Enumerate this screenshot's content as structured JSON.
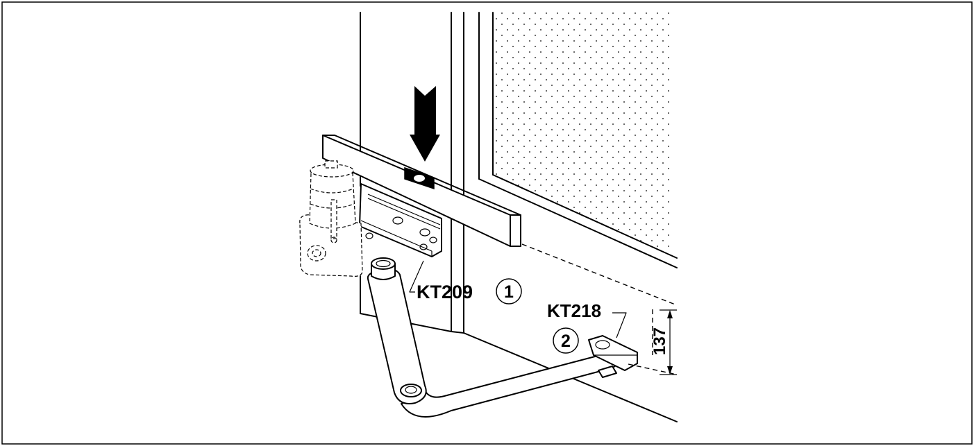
{
  "labels": {
    "part1_code": "KT209",
    "part1_number": "1",
    "part2_code": "KT218",
    "part2_number": "2",
    "dimension": "137"
  },
  "colors": {
    "line": "#000000",
    "background": "#ffffff"
  }
}
